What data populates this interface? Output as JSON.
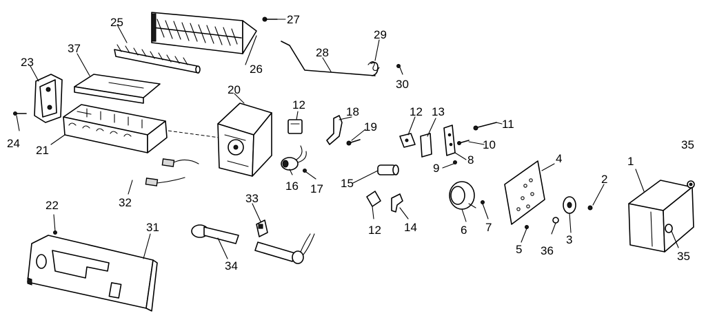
{
  "parts": [
    {
      "id": "1",
      "label": "1"
    },
    {
      "id": "2",
      "label": "2"
    },
    {
      "id": "3",
      "label": "3"
    },
    {
      "id": "4",
      "label": "4"
    },
    {
      "id": "5",
      "label": "5"
    },
    {
      "id": "6",
      "label": "6"
    },
    {
      "id": "7",
      "label": "7"
    },
    {
      "id": "8",
      "label": "8"
    },
    {
      "id": "9",
      "label": "9"
    },
    {
      "id": "10",
      "label": "10"
    },
    {
      "id": "11",
      "label": "11"
    },
    {
      "id": "12a",
      "label": "12"
    },
    {
      "id": "12b",
      "label": "12"
    },
    {
      "id": "12c",
      "label": "12"
    },
    {
      "id": "13",
      "label": "13"
    },
    {
      "id": "14",
      "label": "14"
    },
    {
      "id": "15",
      "label": "15"
    },
    {
      "id": "16",
      "label": "16"
    },
    {
      "id": "17",
      "label": "17"
    },
    {
      "id": "18",
      "label": "18"
    },
    {
      "id": "19",
      "label": "19"
    },
    {
      "id": "20",
      "label": "20"
    },
    {
      "id": "21",
      "label": "21"
    },
    {
      "id": "22",
      "label": "22"
    },
    {
      "id": "23",
      "label": "23"
    },
    {
      "id": "24",
      "label": "24"
    },
    {
      "id": "25",
      "label": "25"
    },
    {
      "id": "26",
      "label": "26"
    },
    {
      "id": "27",
      "label": "27"
    },
    {
      "id": "28",
      "label": "28"
    },
    {
      "id": "29",
      "label": "29"
    },
    {
      "id": "30",
      "label": "30"
    },
    {
      "id": "31",
      "label": "31"
    },
    {
      "id": "32",
      "label": "32"
    },
    {
      "id": "33",
      "label": "33"
    },
    {
      "id": "34",
      "label": "34"
    },
    {
      "id": "35a",
      "label": "35"
    },
    {
      "id": "35b",
      "label": "35"
    },
    {
      "id": "36",
      "label": "36"
    },
    {
      "id": "37",
      "label": "37"
    }
  ]
}
